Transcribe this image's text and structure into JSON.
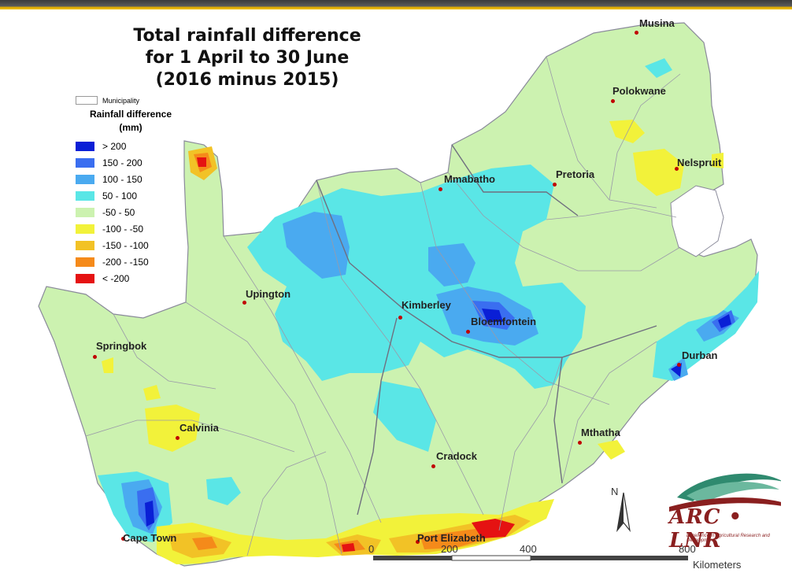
{
  "title": {
    "line1": "Total rainfall difference",
    "line2": "for 1 April to 30 June",
    "line3": "(2016 minus 2015)"
  },
  "legend": {
    "municipality_label": "Municipality",
    "header1": "Rainfall difference",
    "header2": "(mm)",
    "items": [
      {
        "label": "> 200",
        "color": "#0a1fd6"
      },
      {
        "label": "150 - 200",
        "color": "#3a6ef0"
      },
      {
        "label": "100 - 150",
        "color": "#4aaaf0"
      },
      {
        "label": "50 - 100",
        "color": "#5ae6e6"
      },
      {
        "label": "-50 - 50",
        "color": "#ccf2b0"
      },
      {
        "label": "-100 - -50",
        "color": "#f2f23a"
      },
      {
        "label": "-150 - -100",
        "color": "#f2c226"
      },
      {
        "label": "-200 - -150",
        "color": "#f58a1a"
      },
      {
        "label": "< -200",
        "color": "#e51212"
      }
    ]
  },
  "cities": [
    {
      "name": "Musina"
    },
    {
      "name": "Polokwane"
    },
    {
      "name": "Nelspruit"
    },
    {
      "name": "Pretoria"
    },
    {
      "name": "Mmabatho"
    },
    {
      "name": "Upington"
    },
    {
      "name": "Kimberley"
    },
    {
      "name": "Bloemfontein"
    },
    {
      "name": "Springbok"
    },
    {
      "name": "Durban"
    },
    {
      "name": "Calvinia"
    },
    {
      "name": "Mthatha"
    },
    {
      "name": "Cradock"
    },
    {
      "name": "Cape Town"
    },
    {
      "name": "Port Elizabeth"
    }
  ],
  "north_label": "N",
  "scale": {
    "ticks": [
      "0",
      "200",
      "400",
      "800"
    ],
    "unit": "Kilometers"
  },
  "logo": {
    "text": "ARC • LNR",
    "subtitle": "Excellence in Agricultural Research and Development"
  }
}
